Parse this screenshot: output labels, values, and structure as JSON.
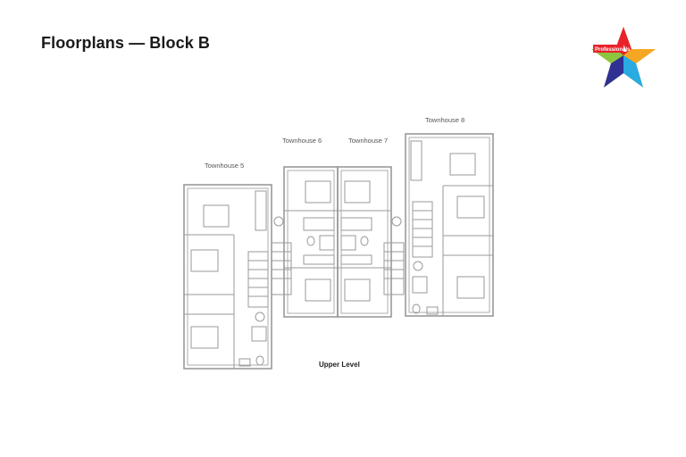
{
  "page": {
    "title": "Floorplans — Block B"
  },
  "logo": {
    "text": "Professionals",
    "colors": [
      "#e8222b",
      "#f5a623",
      "#8cc63f",
      "#29abe2",
      "#2e3192"
    ]
  },
  "plan": {
    "level": "Upper Level",
    "line_color": "#9a9a9a",
    "townhouses": [
      {
        "label": "Townhouse 5"
      },
      {
        "label": "Townhouse 6"
      },
      {
        "label": "Townhouse 7"
      },
      {
        "label": "Townhouse 8"
      }
    ]
  }
}
